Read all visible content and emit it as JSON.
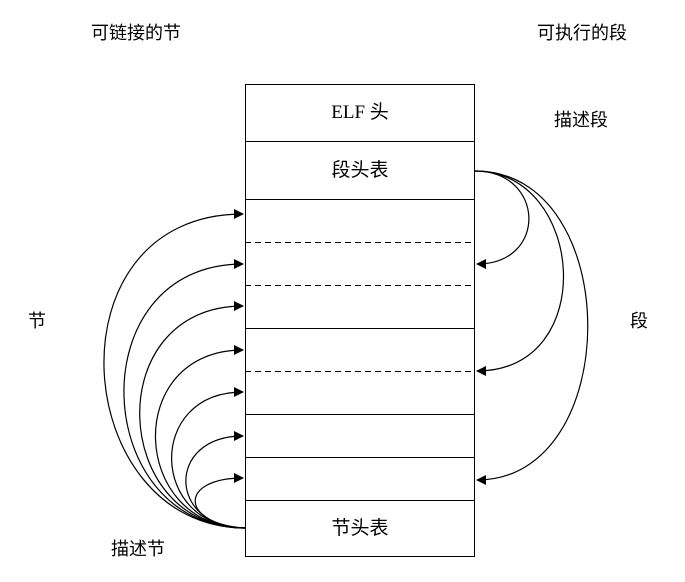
{
  "headers": {
    "left": "可链接的节",
    "right": "可执行的段"
  },
  "side_labels": {
    "sections": "节",
    "segments": "段",
    "describe_segments": "描述段",
    "describe_sections": "描述节"
  },
  "cells": {
    "elf_header": "ELF 头",
    "program_header_table": "段头表",
    "section_header_table": "节头表"
  }
}
